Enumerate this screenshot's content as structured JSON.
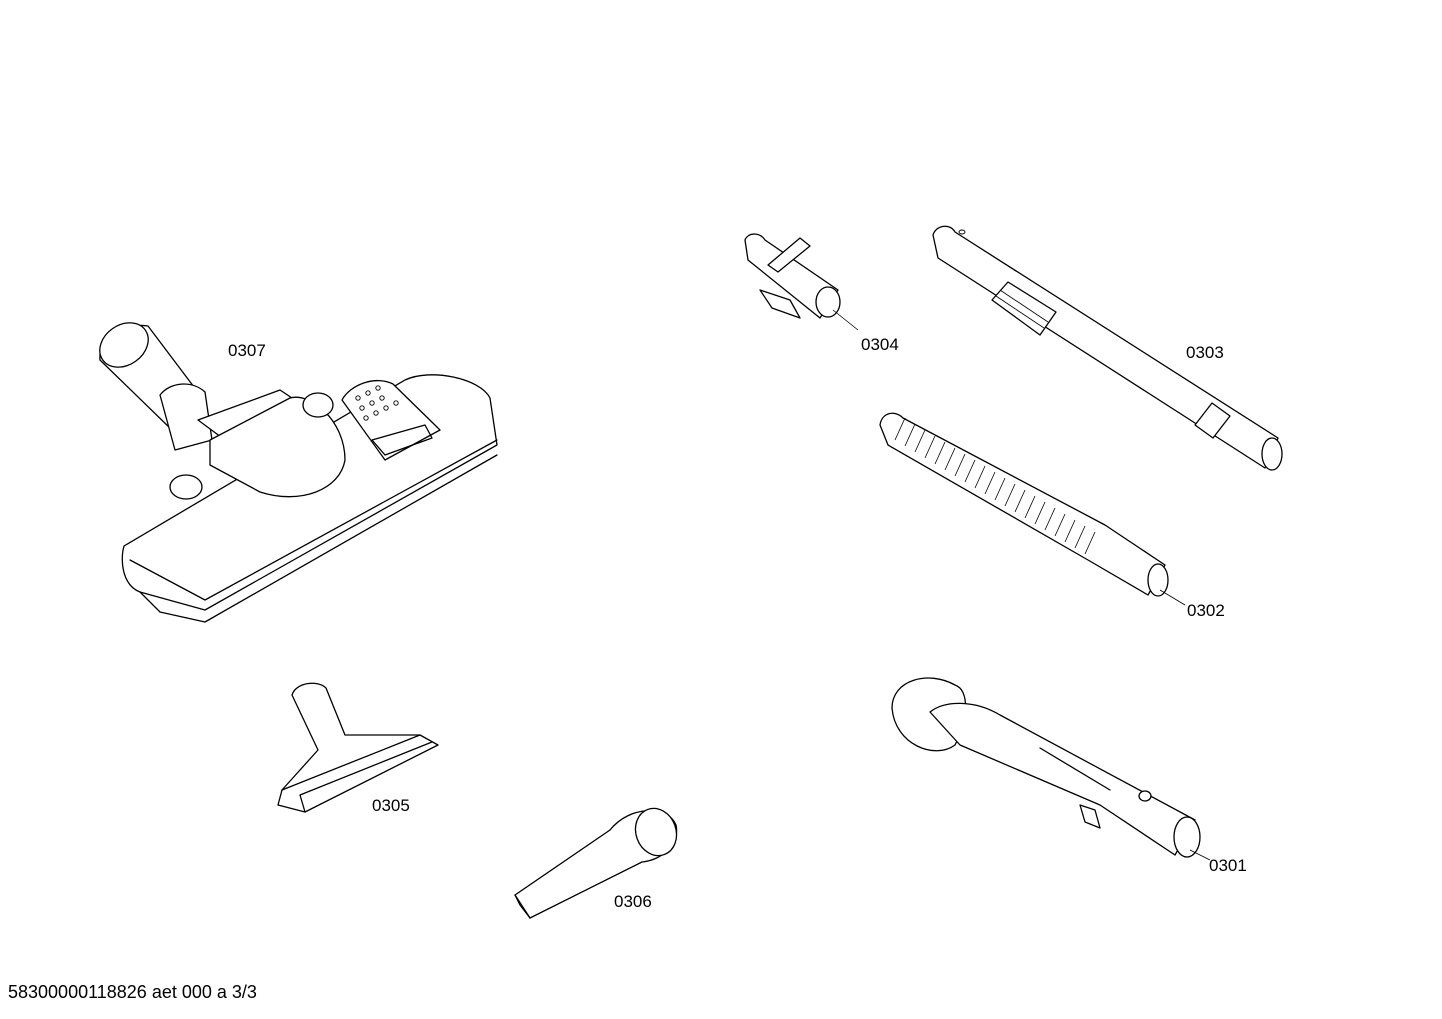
{
  "diagram": {
    "parts": [
      {
        "id": "0301",
        "label": "0301"
      },
      {
        "id": "0302",
        "label": "0302"
      },
      {
        "id": "0303",
        "label": "0303"
      },
      {
        "id": "0304",
        "label": "0304"
      },
      {
        "id": "0305",
        "label": "0305"
      },
      {
        "id": "0306",
        "label": "0306"
      },
      {
        "id": "0307",
        "label": "0307"
      }
    ],
    "footer": "58300000118826 aet 000 a 3/3"
  }
}
